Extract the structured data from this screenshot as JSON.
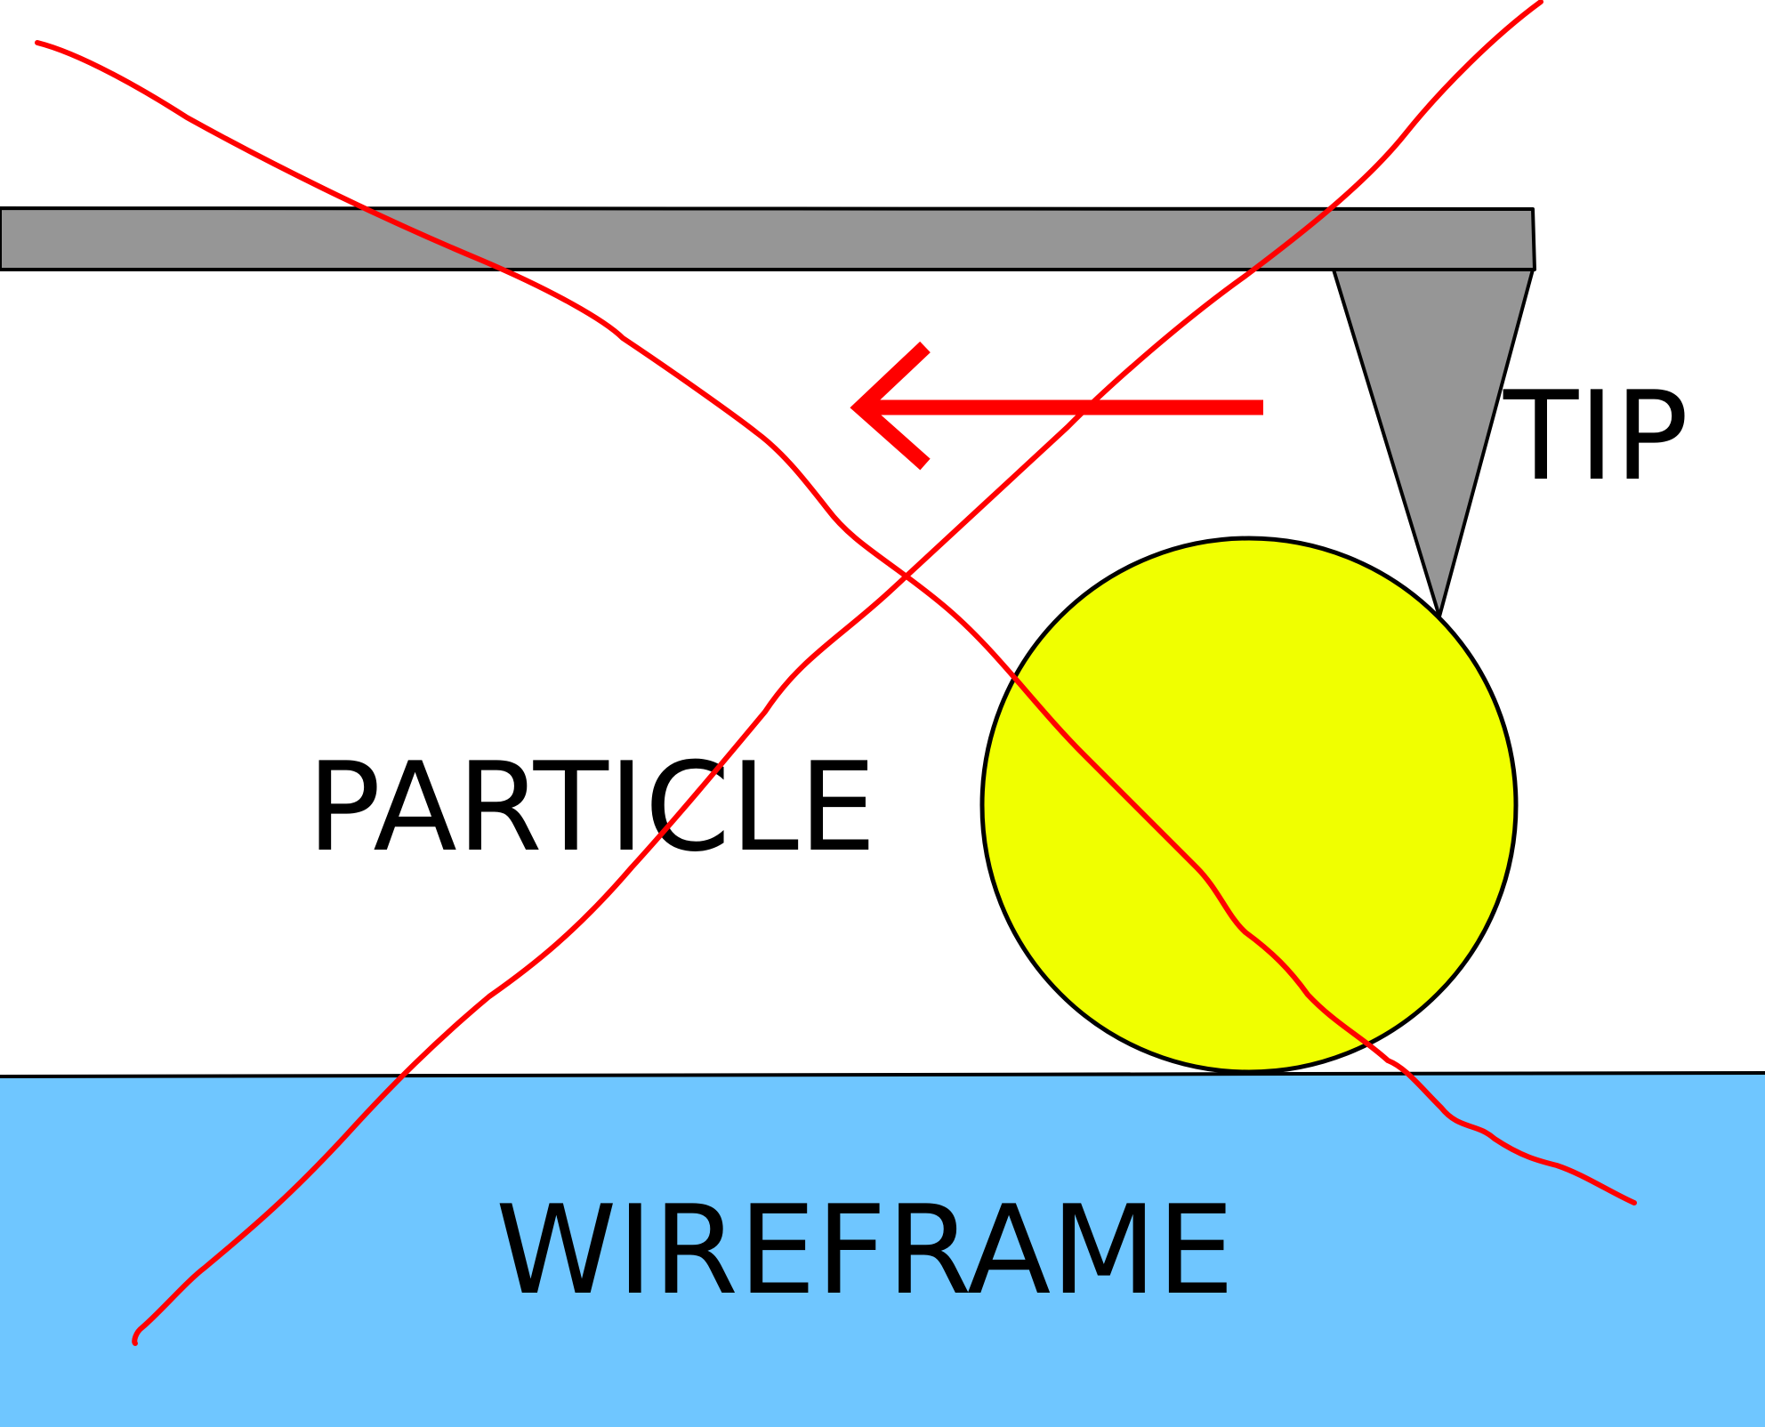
{
  "labels": {
    "tip": "TIP",
    "particle": "PARTICLE",
    "wireframe": "WIREFRAME"
  },
  "colors": {
    "background": "#ffffff",
    "cantilever": "#969696",
    "tip": "#969696",
    "particle": "#f0ff00",
    "wireframe": "#6fc6ff",
    "arrow": "#ff0000",
    "cross_out": "#ff0000",
    "outline": "#000000"
  },
  "arrow": {
    "direction": "left"
  }
}
